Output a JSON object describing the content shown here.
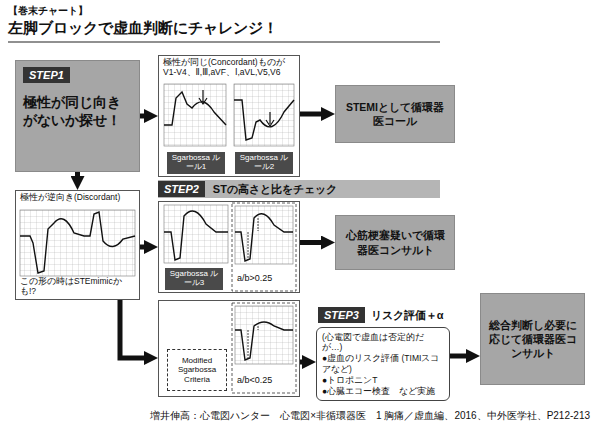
{
  "diagram": {
    "title": "左脚ブロックで虚血判断にチャレンジ！",
    "caption": "増井伸高：心電図ハンター　心電図×非循環器医　1 胸痛／虚血編、2016、中外医学社、P212-213",
    "nodes": [
      {
        "text": [
          "STEP1",
          "極性が同じ向きがないか探せ！"
        ]
      },
      {
        "text": [
          "極性が同じ(Concordant)ものがV1-V4、Ⅱ,Ⅲ,aVF、Ⅰ,aVL,V5,V6"
        ]
      },
      {
        "text": [
          "Sgarbossa ルール1"
        ],
        "in": 1
      },
      {
        "text": [
          "Sgarbossa ルール2"
        ],
        "in": 1
      },
      {
        "text": [
          "STEMIとして循環器医コール"
        ]
      },
      {
        "text": [
          "極性が逆向き(Discordant)",
          "この形の時はSTEmimicかも!?"
        ]
      },
      {
        "text": [
          "STEP2",
          "STの高さと比をチェック"
        ]
      },
      {
        "text": []
      },
      {
        "text": [
          "Sgarbossa ルール3"
        ],
        "in": 7
      },
      {
        "text": [
          "心筋梗塞疑いで循環器医コンサルト"
        ]
      },
      {
        "text": []
      },
      {
        "text": [
          "Modified Sgarbossa Criteria"
        ],
        "in": 10
      },
      {
        "text": [
          "STEP3",
          "リスク評価＋α"
        ]
      },
      {
        "text": [
          "(心電図で虚血は否定的だが…)",
          "●虚血のリスク評価 (TIMIスコアなど)",
          "●トロポニンT",
          "●心臓エコー検査　など実施"
        ]
      },
      {
        "text": [
          "総合判断し必要に応じて循環器医コンサルト"
        ]
      }
    ],
    "edges": [
      {
        "from": 0,
        "to": 1,
        "arrow": "to"
      },
      {
        "from": 1,
        "to": 4,
        "arrow": "to"
      },
      {
        "from": 0,
        "to": 5,
        "arrow": "to"
      },
      {
        "from": 5,
        "to": 7,
        "arrow": "to"
      },
      {
        "from": 5,
        "to": 10,
        "arrow": "to"
      },
      {
        "from": 7,
        "to": 9,
        "arrow": "to"
      },
      {
        "from": 10,
        "to": 13,
        "arrow": "to"
      },
      {
        "from": 13,
        "to": 14,
        "arrow": "to"
      }
    ],
    "labels": [
      "【巻末チャート】",
      "a/b>0.25",
      "a/b<0.25"
    ]
  }
}
